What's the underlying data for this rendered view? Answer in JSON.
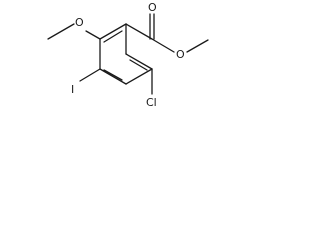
{
  "molecule": {
    "atom_labels": {
      "carbonyl_oxygen": "O",
      "ester_oxygen": "O",
      "methoxy_oxygen": "O",
      "iodine": "I",
      "chlorine": "Cl"
    }
  }
}
